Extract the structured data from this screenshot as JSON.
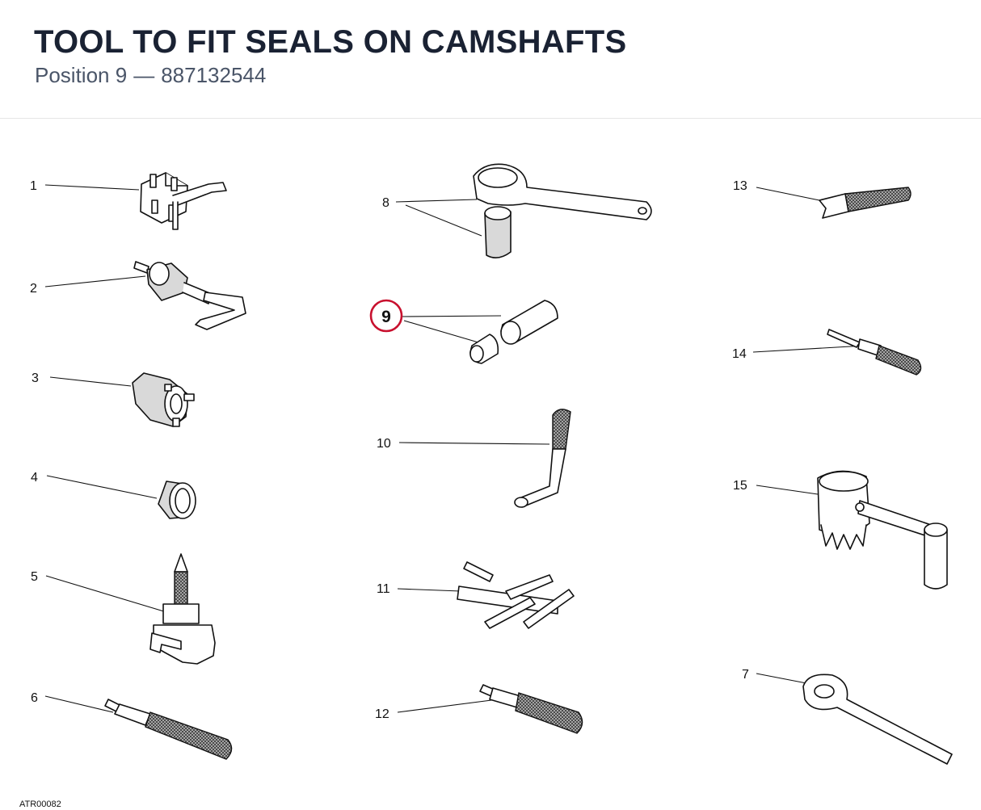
{
  "header": {
    "title": "TOOL TO FIT SEALS ON CAMSHAFTS",
    "position_label": "Position 9",
    "separator": "—",
    "part_number": "887132544"
  },
  "callouts": {
    "c1": "1",
    "c2": "2",
    "c3": "3",
    "c4": "4",
    "c5": "5",
    "c6": "6",
    "c7": "7",
    "c8": "8",
    "c9": "9",
    "c10": "10",
    "c11": "11",
    "c12": "12",
    "c13": "13",
    "c14": "14",
    "c15": "15"
  },
  "highlight": {
    "callout": "9",
    "color": "#c8102e"
  },
  "colors": {
    "title": "#1a2233",
    "subtitle": "#4a5568",
    "line_art": "#111111"
  },
  "footer": {
    "drawing_code": "ATR00082"
  }
}
